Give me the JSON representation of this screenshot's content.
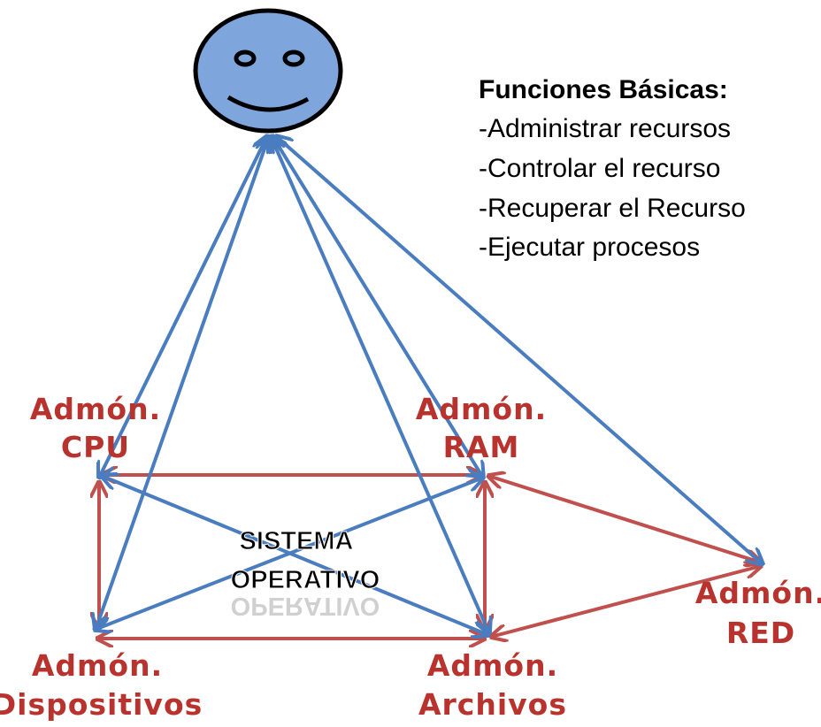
{
  "colors": {
    "face_fill": "#7ea6dc",
    "face_stroke": "#000000",
    "blue_arrow": "#4a7cc0",
    "red_arrow": "#c0504d",
    "label_red": "#b8322e",
    "text_dark": "#000000"
  },
  "user": {
    "icon": "smiley-face-icon"
  },
  "functions": {
    "title": "Funciones Básicas:",
    "items": [
      "-Administrar recursos",
      "-Controlar el recurso",
      "-Recuperar el Recurso",
      "-Ejecutar procesos"
    ]
  },
  "center": {
    "line1": "SISTEMA",
    "line2": "OPERATIVO"
  },
  "nodes": {
    "cpu": {
      "line1": "Admón.",
      "line2": "CPU"
    },
    "ram": {
      "line1": "Admón.",
      "line2": "RAM"
    },
    "red": {
      "line1": "Admón.",
      "line2": "RED"
    },
    "dispositivos": {
      "line1": "Admón.",
      "line2": "Dispositivos"
    },
    "archivos": {
      "line1": "Admón.",
      "line2": "Archivos"
    }
  }
}
